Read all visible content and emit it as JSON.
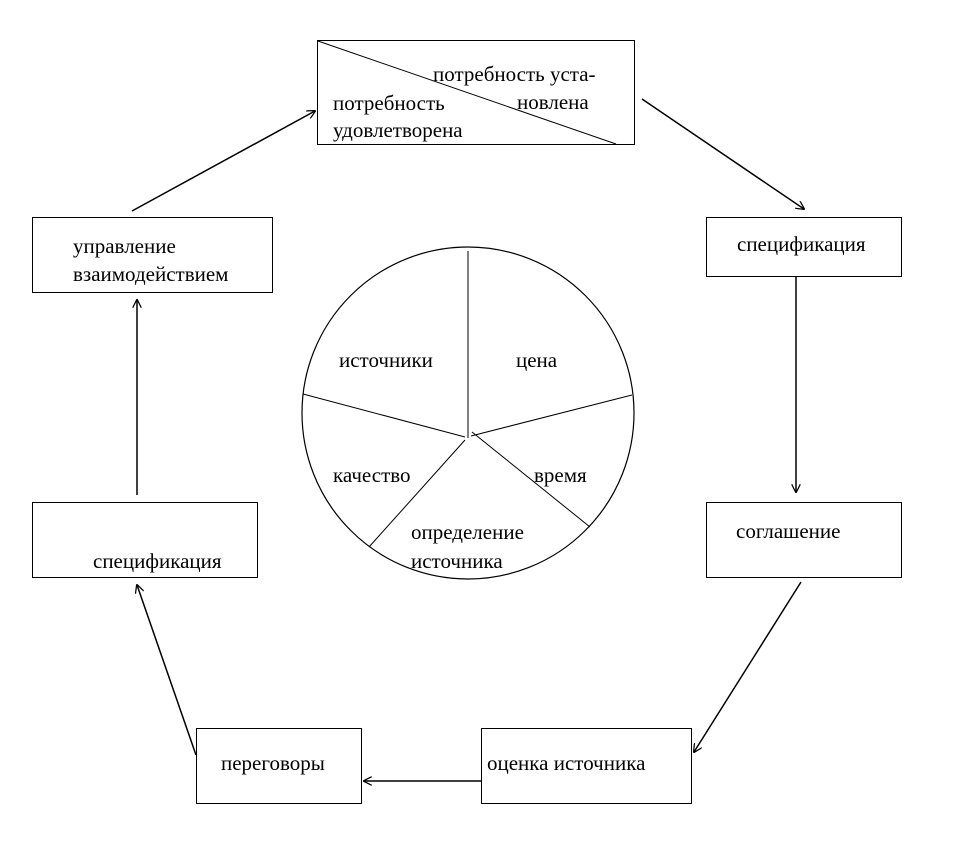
{
  "top_box": {
    "satisfied_line1": "потребность",
    "satisfied_line2": "удовлетворена",
    "established_line1": "потребность уста-",
    "established_line2": "новлена"
  },
  "boxes": {
    "specification_right": "спецификация",
    "agreement": "соглашение",
    "source_evaluation": "оценка источника",
    "negotiations": "переговоры",
    "specification_left": "спецификация",
    "interaction_line1": "управление",
    "interaction_line2": "взаимодействием"
  },
  "circle": {
    "sources": "источники",
    "price": "цена",
    "quality": "качество",
    "time": "время",
    "source_definition_line1": "определение",
    "source_definition_line2": "источника"
  }
}
